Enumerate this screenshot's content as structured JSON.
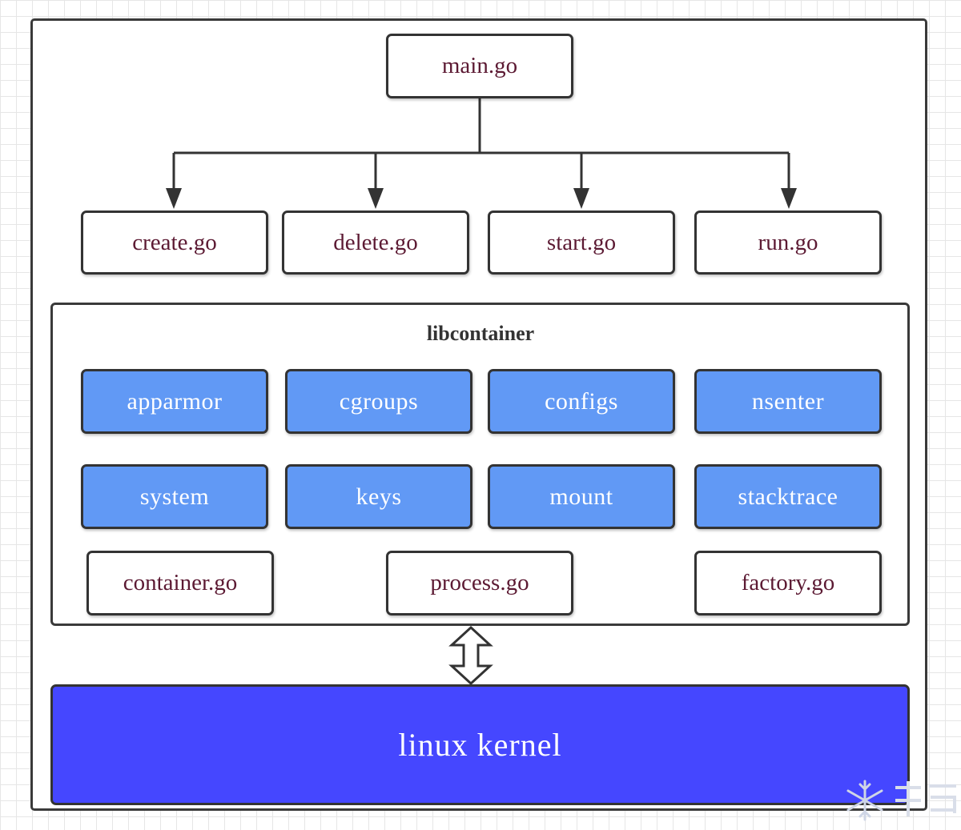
{
  "diagram": {
    "entry": "main.go",
    "commands": [
      "create.go",
      "delete.go",
      "start.go",
      "run.go"
    ],
    "libcontainer": {
      "title": "libcontainer",
      "packages_row1": [
        "apparmor",
        "cgroups",
        "configs",
        "nsenter"
      ],
      "packages_row2": [
        "system",
        "keys",
        "mount",
        "stacktrace"
      ],
      "files": [
        "container.go",
        "process.go",
        "factory.go"
      ]
    },
    "kernel": "linux kernel"
  },
  "colors": {
    "package_fill": "#6199f5",
    "kernel_fill": "#4547ff",
    "file_text": "#5c1a33",
    "border": "#333333"
  }
}
